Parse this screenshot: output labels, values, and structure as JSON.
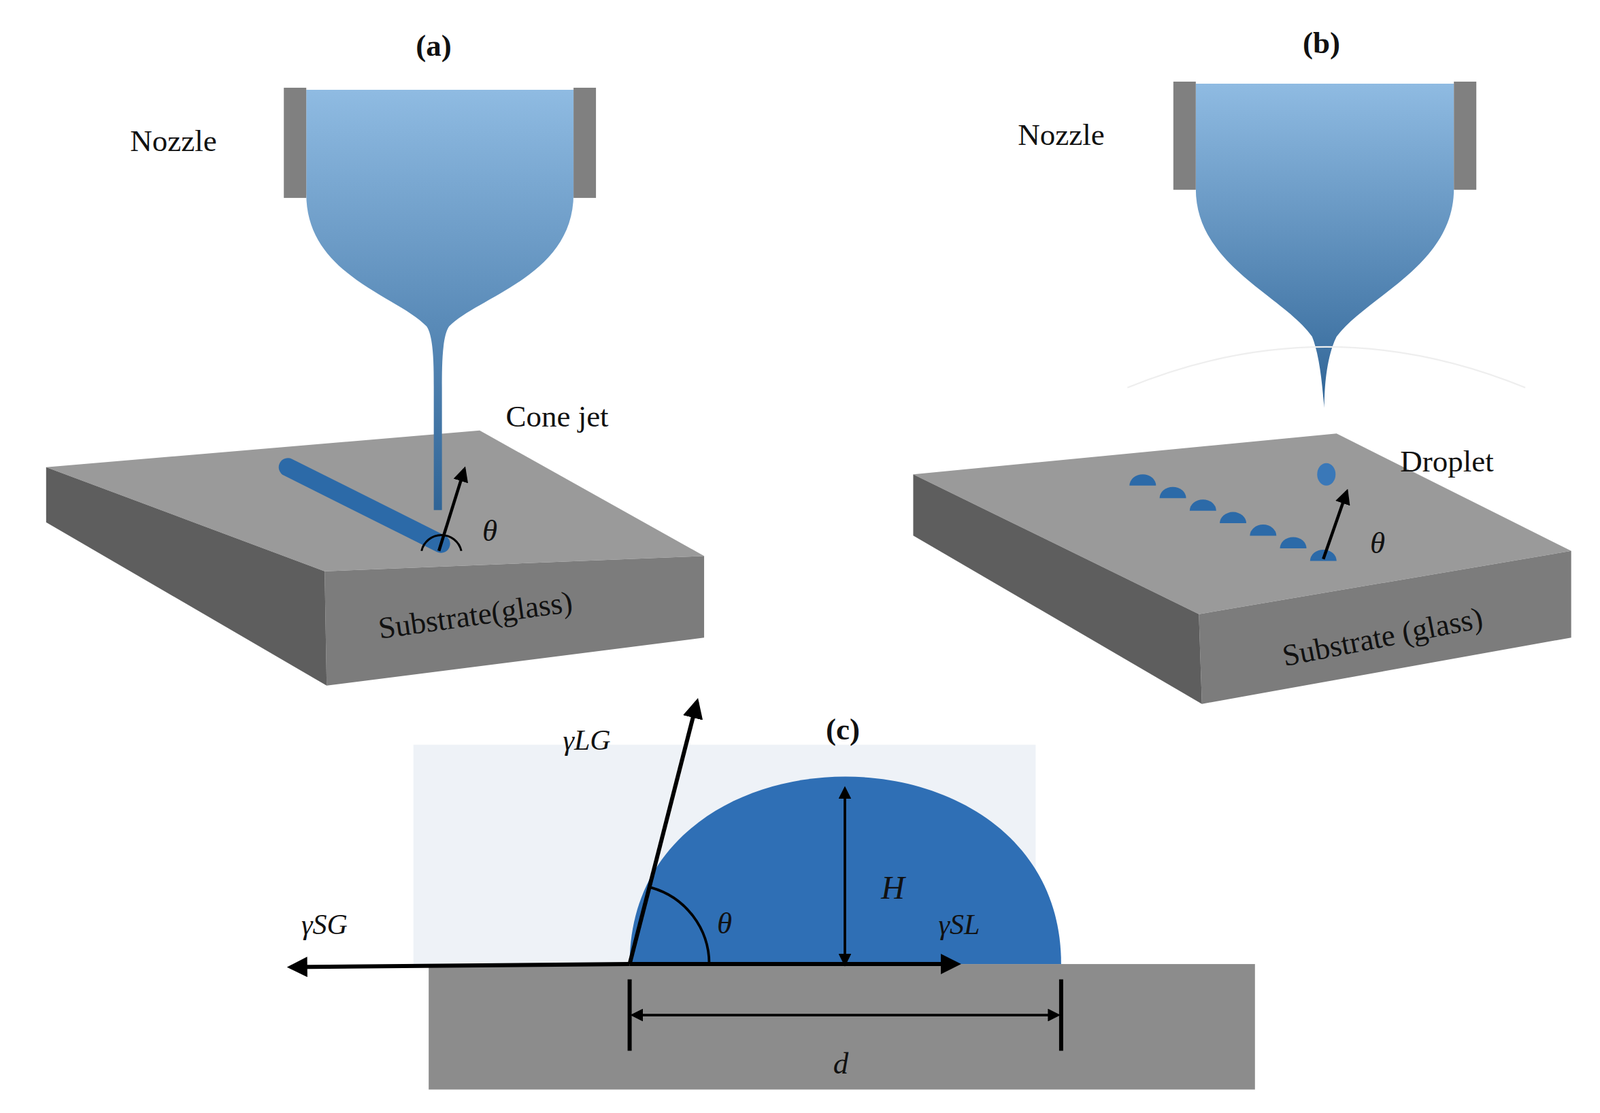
{
  "diagram": {
    "labels": [
      "(a)",
      "(b)",
      "Nozzle",
      "Nozzle",
      "Cone jet",
      "Droplet",
      "θ",
      "θ",
      "Substrate(glass)",
      "Substrate (glass)",
      "(c)",
      "γLG",
      "γSG",
      "γSL",
      "θ",
      "H",
      "d"
    ]
  }
}
